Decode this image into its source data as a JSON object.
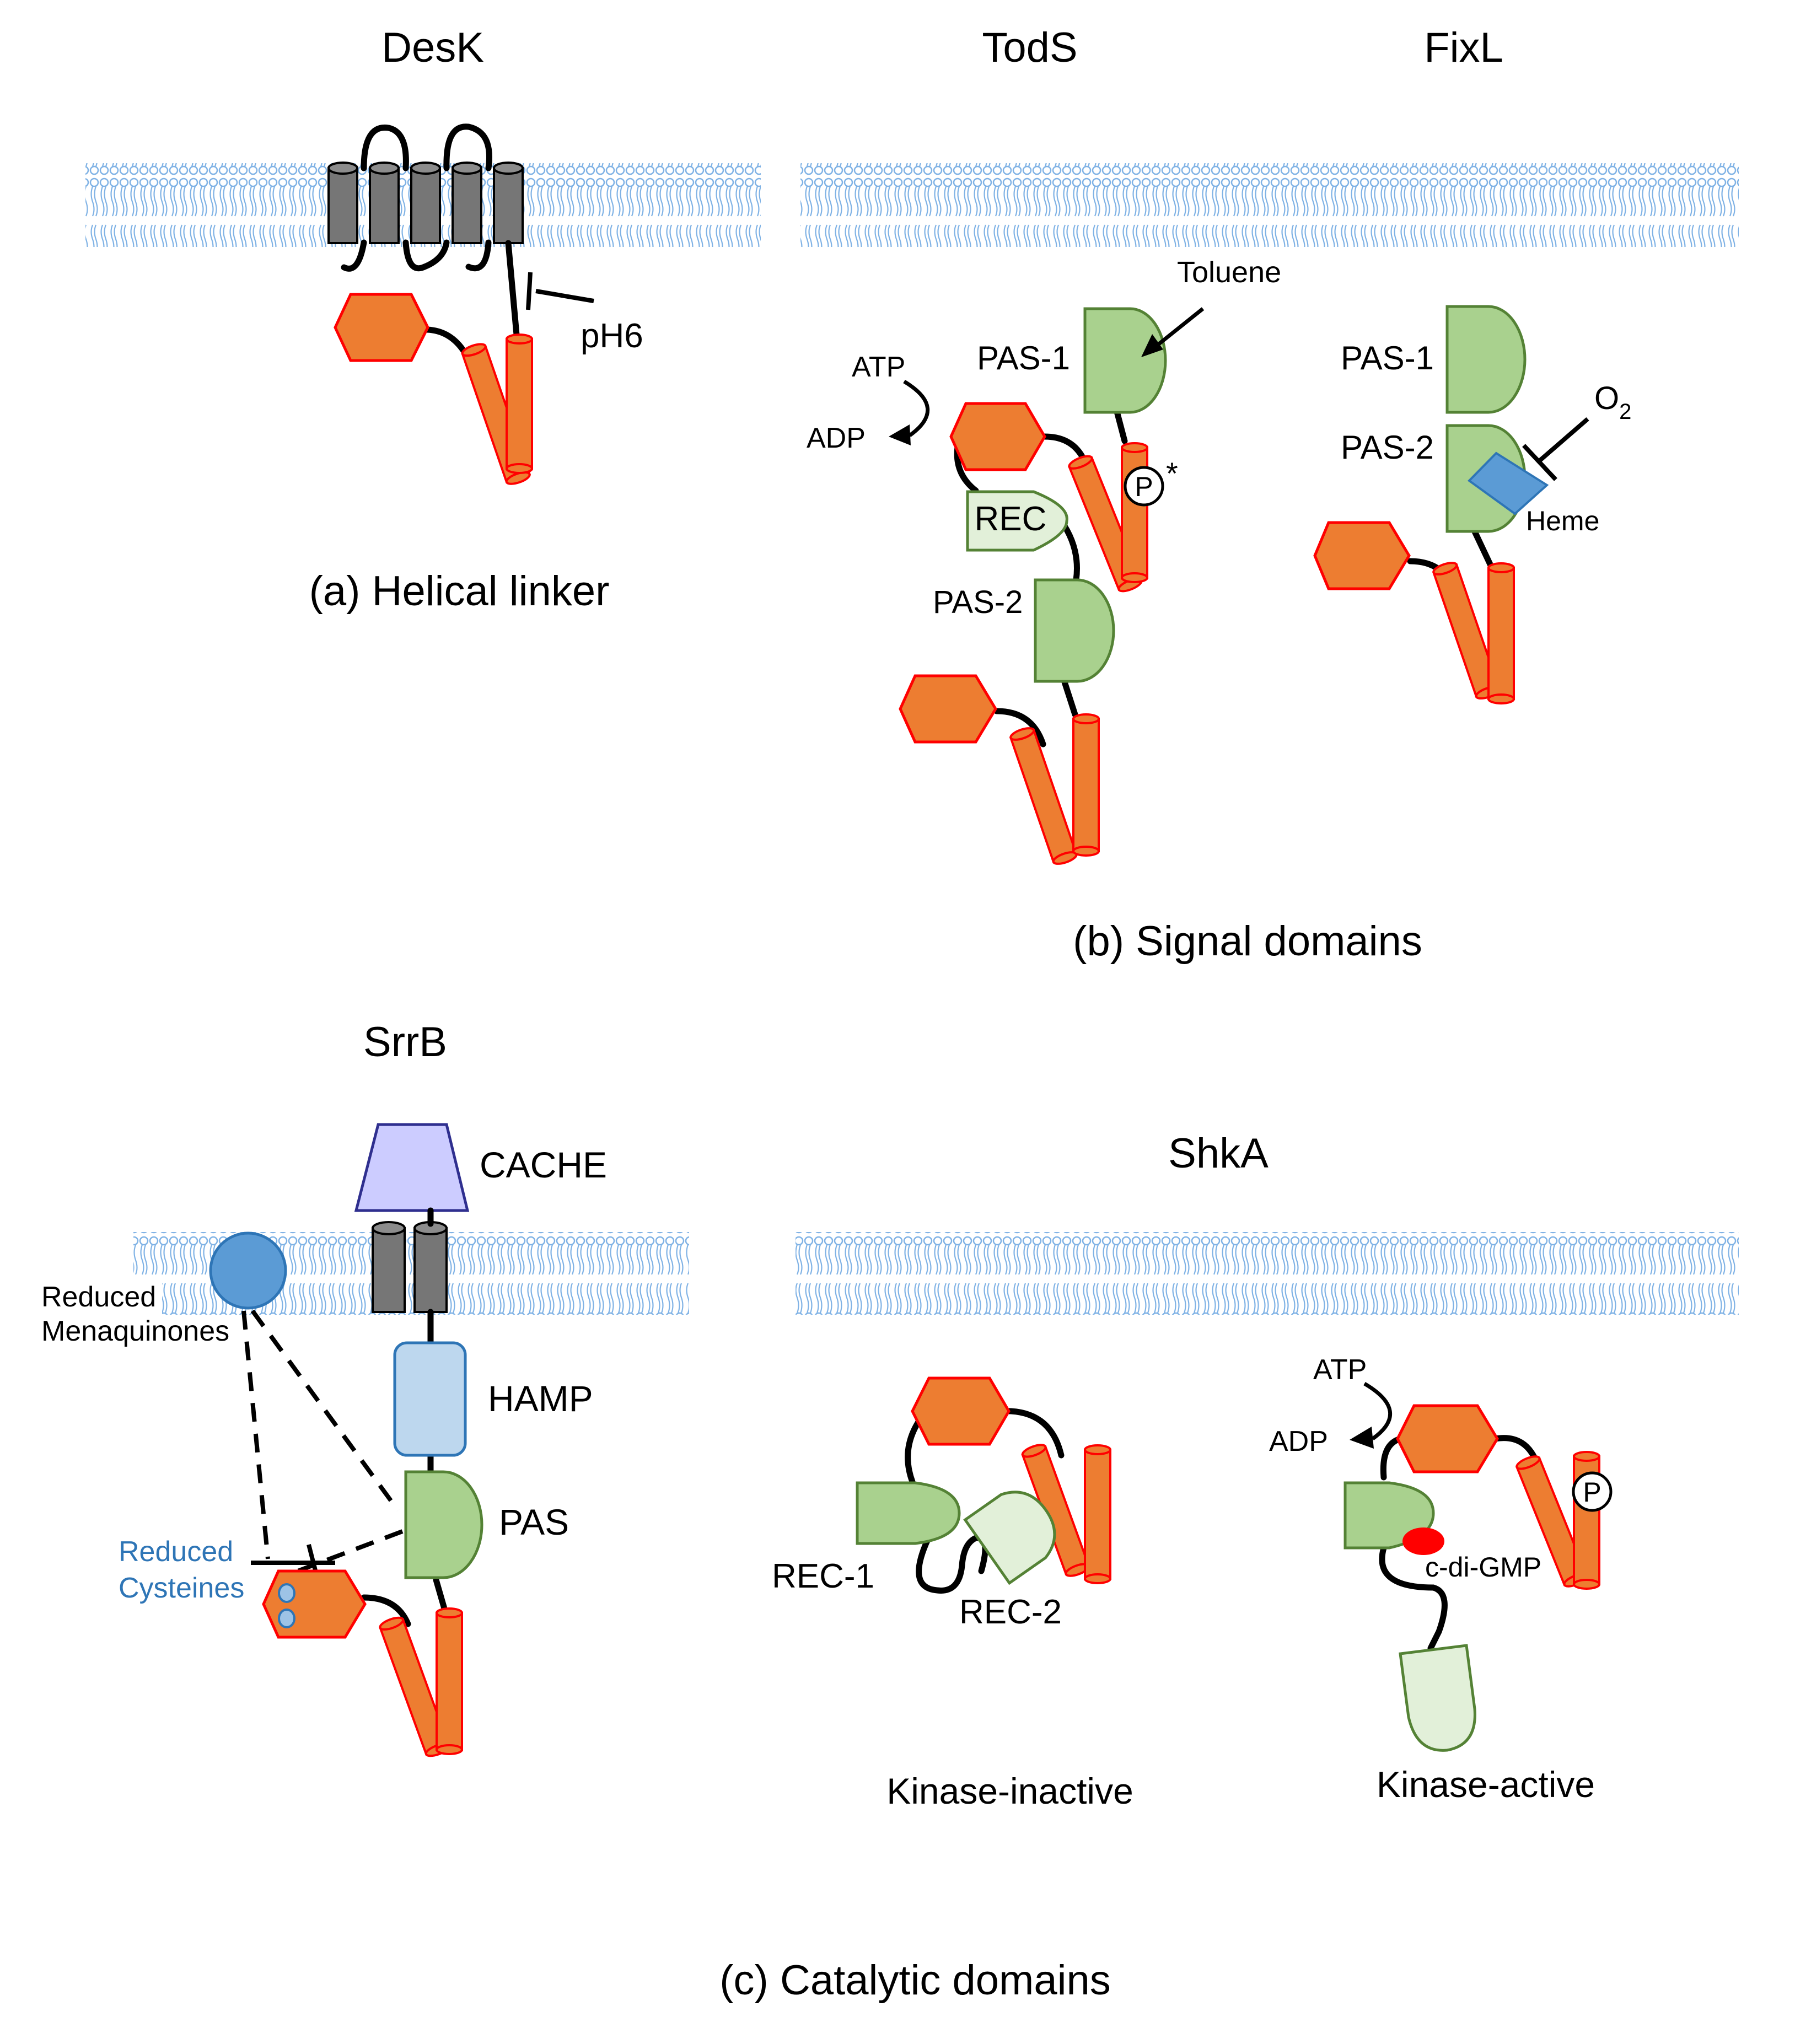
{
  "panels": {
    "a": {
      "protein": "DesK",
      "signal": "pH6",
      "caption": "(a) Helical linker"
    },
    "b": {
      "tods": {
        "protein": "TodS",
        "ligand": "Toluene",
        "atp": "ATP",
        "adp": "ADP",
        "pas1": "PAS-1",
        "pas2": "PAS-2",
        "rec": "REC",
        "phospho": "P",
        "star": "*"
      },
      "fixl": {
        "protein": "FixL",
        "pas1": "PAS-1",
        "pas2": "PAS-2",
        "o2_main": "O",
        "o2_sub": "2",
        "heme": "Heme"
      },
      "caption": "(b) Signal domains"
    },
    "c": {
      "srrb": {
        "protein": "SrrB",
        "cache": "CACHE",
        "hamp": "HAMP",
        "pas": "PAS",
        "menaquinones_line1": "Reduced",
        "menaquinones_line2": "Menaquinones",
        "cysteines_line1": "Reduced",
        "cysteines_line2": "Cysteines"
      },
      "shka": {
        "protein": "ShkA",
        "rec1": "REC-1",
        "rec2": "REC-2",
        "inactive": "Kinase-inactive",
        "atp": "ATP",
        "adp": "ADP",
        "phospho": "P",
        "cdigmp": "c-di-GMP",
        "active": "Kinase-active"
      },
      "caption": "(c) Catalytic domains"
    }
  },
  "colors": {
    "kinase_orange": "#ed7d31",
    "kinase_outline": "#ff0000",
    "pas_green": "#a9d18e",
    "rec_light_green": "#e2f0d9",
    "green_outline": "#548235",
    "membrane_blue": "#7fb2e5",
    "tm_gray": "#767676",
    "cache_lavender": "#ccccff",
    "hamp_blue": "#bdd7ee",
    "heme_blue": "#5b9bd5",
    "menaquinone_blue": "#5b9bd5",
    "cysteine_text": "#2e75b6",
    "cdigmp_red": "#ff0000"
  }
}
